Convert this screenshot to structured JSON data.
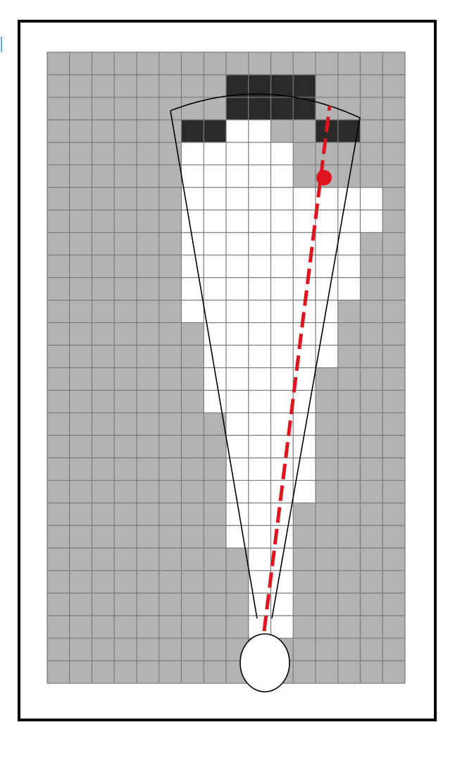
{
  "grid": {
    "cols": 16,
    "rows": 28,
    "free_cells": [
      [
        3,
        8,
        9
      ],
      [
        4,
        6,
        10
      ],
      [
        5,
        6,
        10
      ],
      [
        6,
        6,
        14
      ],
      [
        7,
        6,
        14
      ],
      [
        8,
        6,
        13
      ],
      [
        9,
        6,
        13
      ],
      [
        10,
        6,
        13
      ],
      [
        11,
        6,
        12
      ],
      [
        12,
        7,
        12
      ],
      [
        13,
        7,
        12
      ],
      [
        14,
        7,
        11
      ],
      [
        15,
        7,
        11
      ],
      [
        16,
        8,
        11
      ],
      [
        17,
        8,
        11
      ],
      [
        18,
        8,
        11
      ],
      [
        19,
        8,
        11
      ],
      [
        20,
        8,
        10
      ],
      [
        21,
        8,
        10
      ],
      [
        22,
        9,
        10
      ],
      [
        23,
        9,
        10
      ],
      [
        24,
        9,
        10
      ],
      [
        25,
        9,
        10
      ]
    ],
    "occupied_cells": [
      [
        1,
        8,
        11
      ],
      [
        2,
        8,
        11
      ],
      [
        3,
        6,
        7
      ],
      [
        3,
        12,
        13
      ]
    ]
  },
  "colors": {
    "unknown": "#b3b3b3",
    "free": "#ffffff",
    "occupied": "#2a2a2a",
    "gridline": "#7a7a7a",
    "frame": "#000000",
    "cone_outline": "#000000",
    "beam": "#e0141e"
  },
  "sensor": {
    "shape": "circle"
  },
  "beam": {
    "style": "dashed",
    "marker": "dot"
  }
}
